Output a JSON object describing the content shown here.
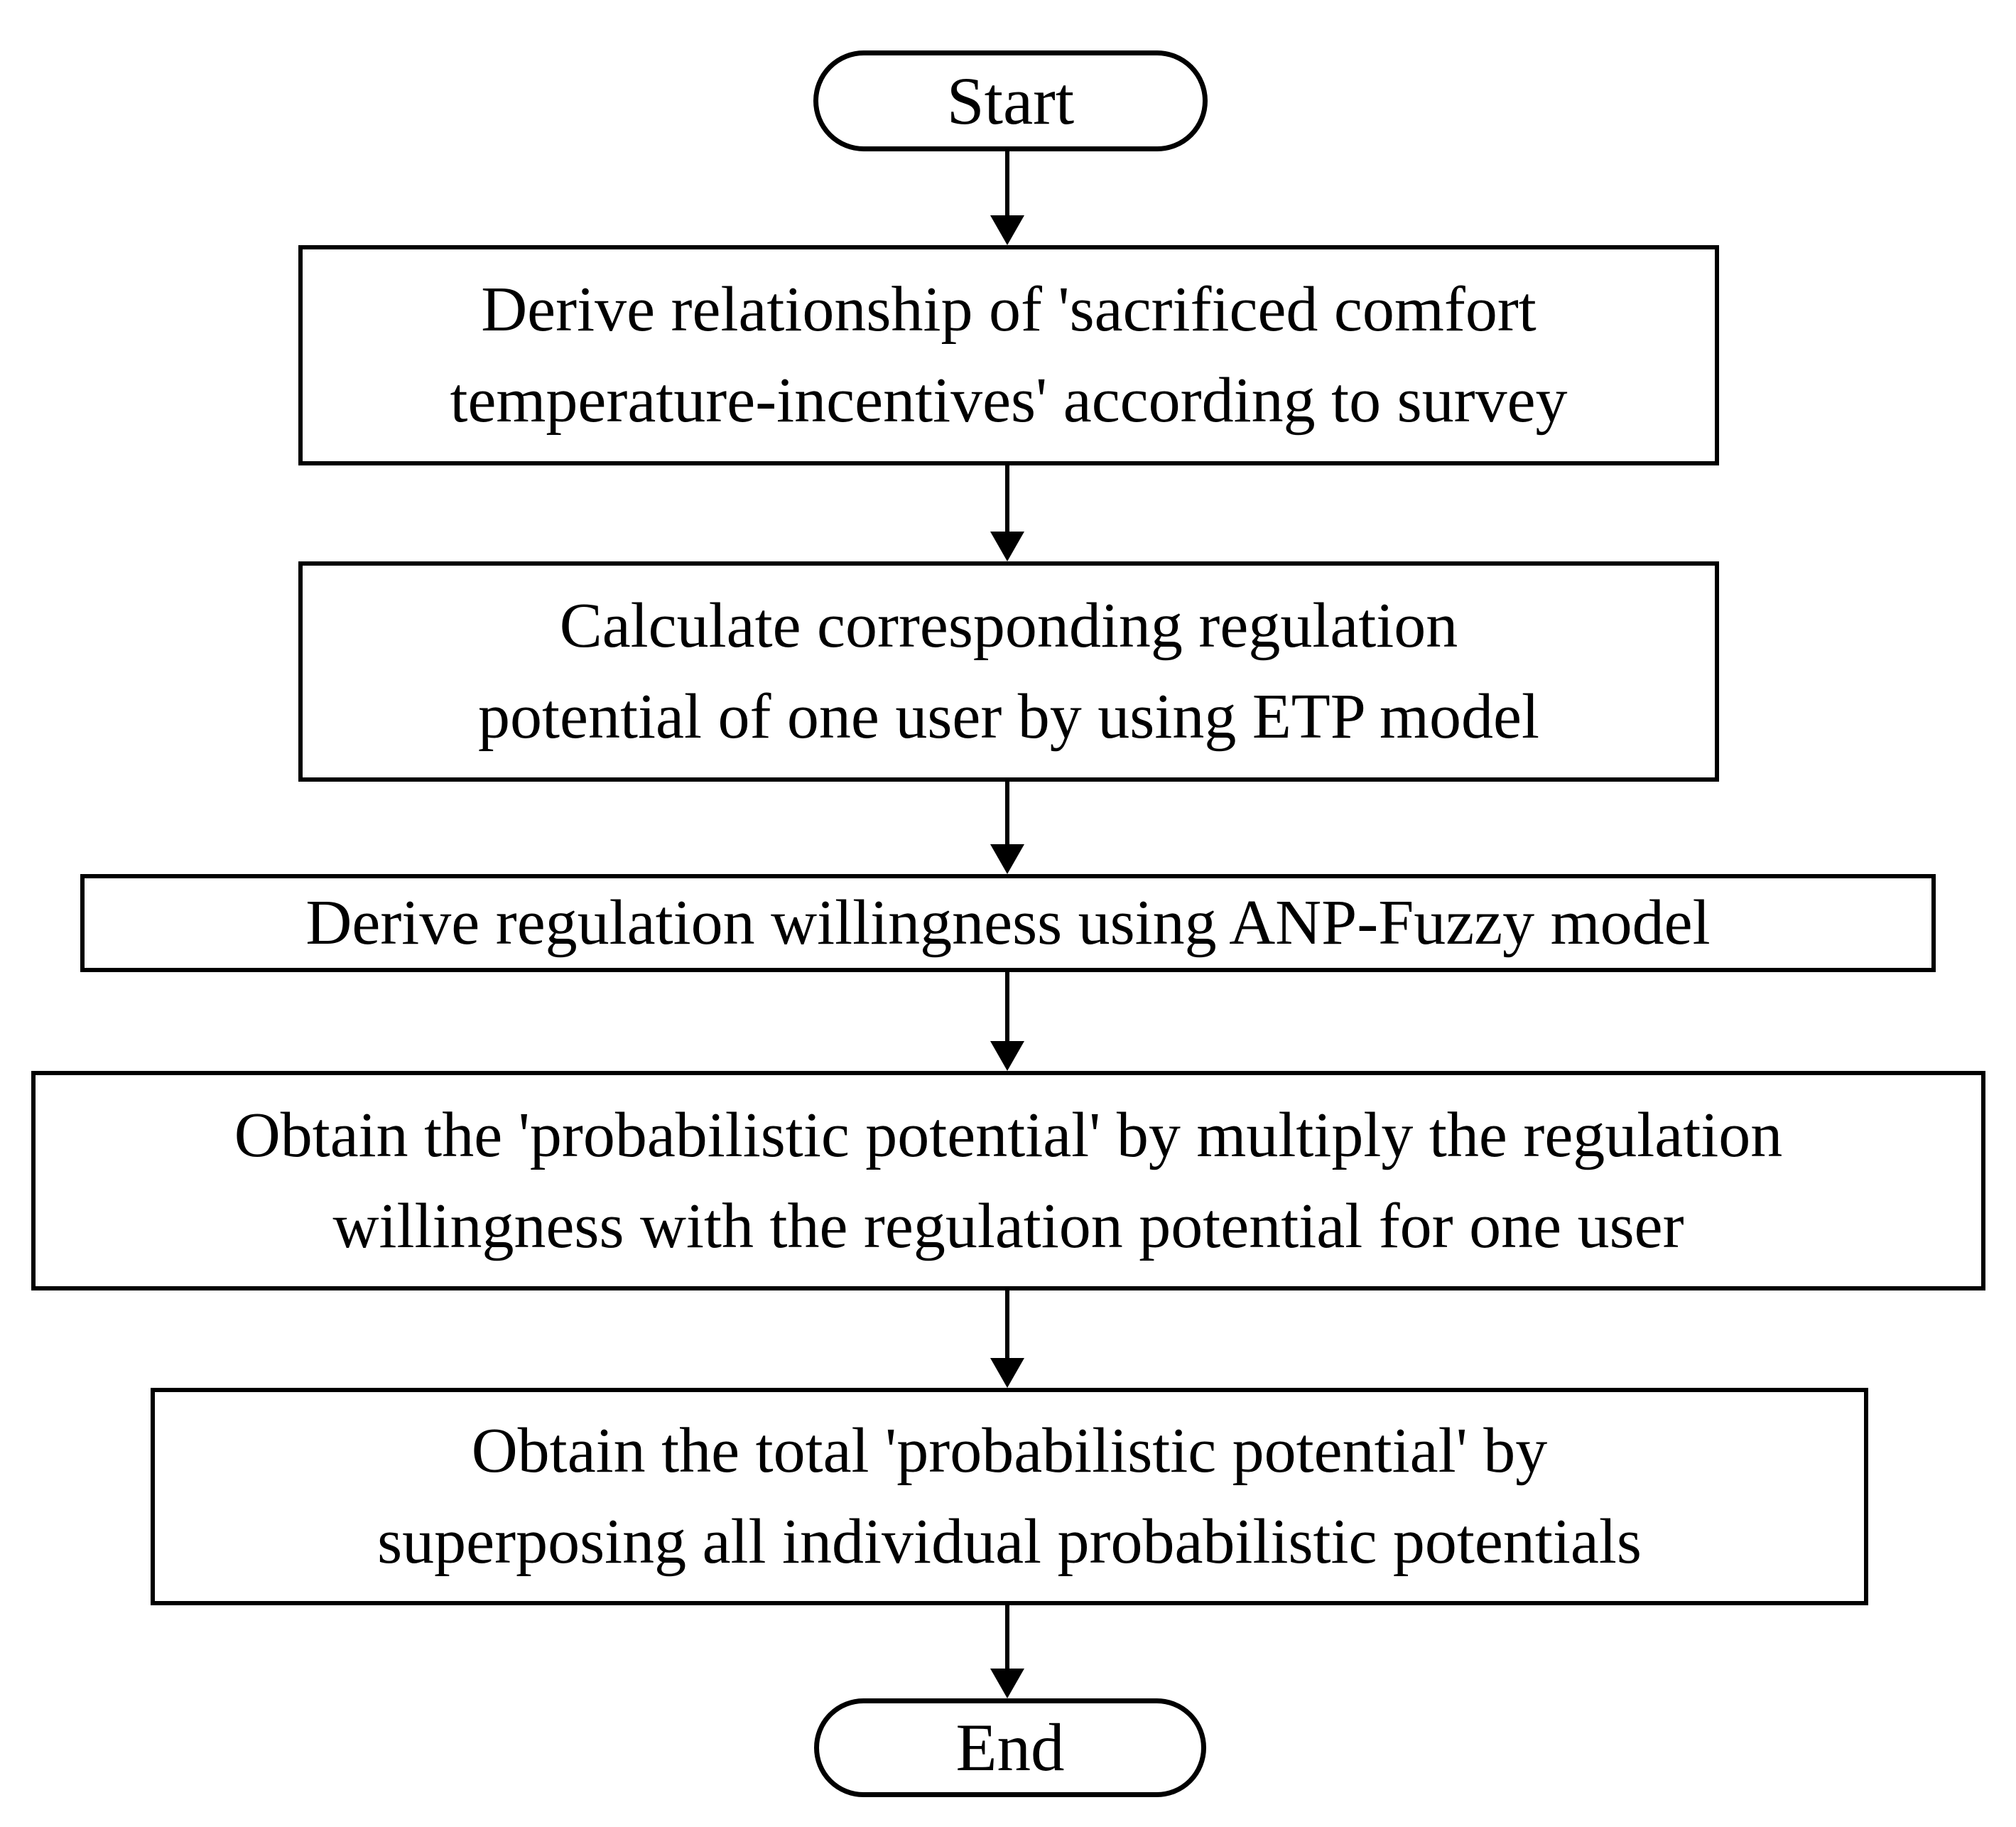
{
  "diagram": {
    "type": "flowchart",
    "colors": {
      "stroke": "#000000",
      "fill": "#ffffff",
      "text": "#000000"
    },
    "nodes": {
      "start": {
        "shape": "terminal",
        "label": "Start"
      },
      "step1": {
        "shape": "process",
        "lines": [
          "Derive relationship of 'sacrificed comfort",
          "temperature-incentives' according to survey"
        ]
      },
      "step2": {
        "shape": "process",
        "lines": [
          "Calculate corresponding regulation",
          "potential of one user by using ETP model"
        ]
      },
      "step3": {
        "shape": "process",
        "lines": [
          "Derive regulation willingness using ANP-Fuzzy model"
        ]
      },
      "step4": {
        "shape": "process",
        "lines": [
          "Obtain the 'probabilistic potential' by multiply the regulation",
          "willingness with the regulation potential for one user"
        ]
      },
      "step5": {
        "shape": "process",
        "lines": [
          "Obtain the total 'probabilistic potential' by",
          "superposing all individual probabilistic potentials"
        ]
      },
      "end": {
        "shape": "terminal",
        "label": "End"
      }
    },
    "edges": [
      {
        "from": "start",
        "to": "step1",
        "direction": "down"
      },
      {
        "from": "step1",
        "to": "step2",
        "direction": "down"
      },
      {
        "from": "step2",
        "to": "step3",
        "direction": "down"
      },
      {
        "from": "step3",
        "to": "step4",
        "direction": "down"
      },
      {
        "from": "step4",
        "to": "step5",
        "direction": "down"
      },
      {
        "from": "step5",
        "to": "end",
        "direction": "down"
      }
    ]
  }
}
